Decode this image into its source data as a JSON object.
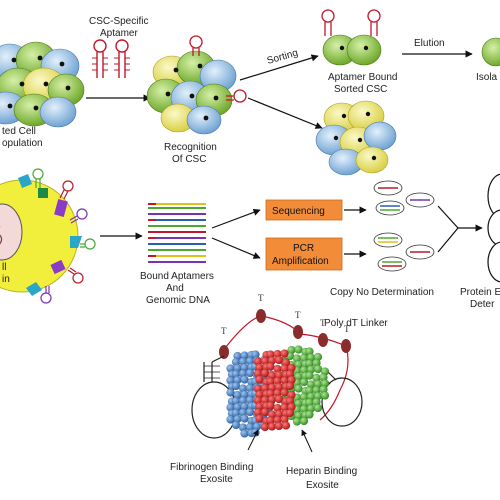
{
  "row1": {
    "population_label_line1": "ted Cell",
    "population_label_line2": "opulation",
    "aptamer_label_line1": "CSC-Specific",
    "aptamer_label_line2": "Aptamer",
    "recognition_label_line1": "Recognition",
    "recognition_label_line2": "Of CSC",
    "sorting_label": "Sorting",
    "bound_label_line1": "Aptamer Bound",
    "bound_label_line2": "Sorted CSC",
    "elution_label": "Elution",
    "isolated_label": "Isola"
  },
  "row2": {
    "cell_label_line1": "ll",
    "cell_label_line2": "in",
    "bound_aptamers_line1": "Bound Aptamers",
    "bound_aptamers_line2": "And",
    "bound_aptamers_line3": "Genomic DNA",
    "sequencing_label": "Sequencing",
    "pcr_line1": "PCR",
    "pcr_line2": "Amplification",
    "copy_label": "Copy No Determination",
    "protein_line1": "Protein E",
    "protein_line2": "Deter"
  },
  "row3": {
    "linker_label": "Poly dT Linker",
    "t_marks": [
      "T",
      "T",
      "T",
      "T",
      "T"
    ],
    "fibrinogen_line1": "Fibrinogen Binding",
    "fibrinogen_line2": "Exosite",
    "heparin_line1": "Heparin Binding",
    "heparin_line2": "Exosite"
  },
  "colors": {
    "box_orange": "#f28c38",
    "aptamer_red": "#c0182a",
    "cell_green": "#8cc63f",
    "cell_blue": "#9dc3e6",
    "cell_yellow": "#f4ee7a",
    "protein_blue": "#3d7cc9",
    "protein_red": "#e11b1b",
    "protein_green": "#4aa832",
    "linker_bead": "#8b2c2c"
  }
}
